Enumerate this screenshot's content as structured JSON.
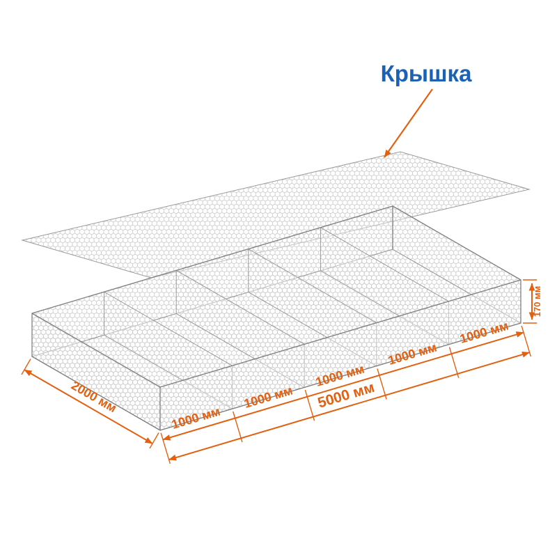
{
  "colors": {
    "accent": "#E2600F",
    "label-blue": "#1B62B5",
    "edge": "#9A9A9A",
    "edge-dark": "#7F7F7F",
    "mesh": "#C8C8C8"
  },
  "diagram": {
    "lid_label": "Крышка",
    "dimensions": {
      "width": "2000 мм",
      "total_length": "5000 мм",
      "height": "170 мм",
      "cells": [
        "1000 мм",
        "1000 мм",
        "1000 мм",
        "1000 мм",
        "1000 мм"
      ]
    }
  }
}
